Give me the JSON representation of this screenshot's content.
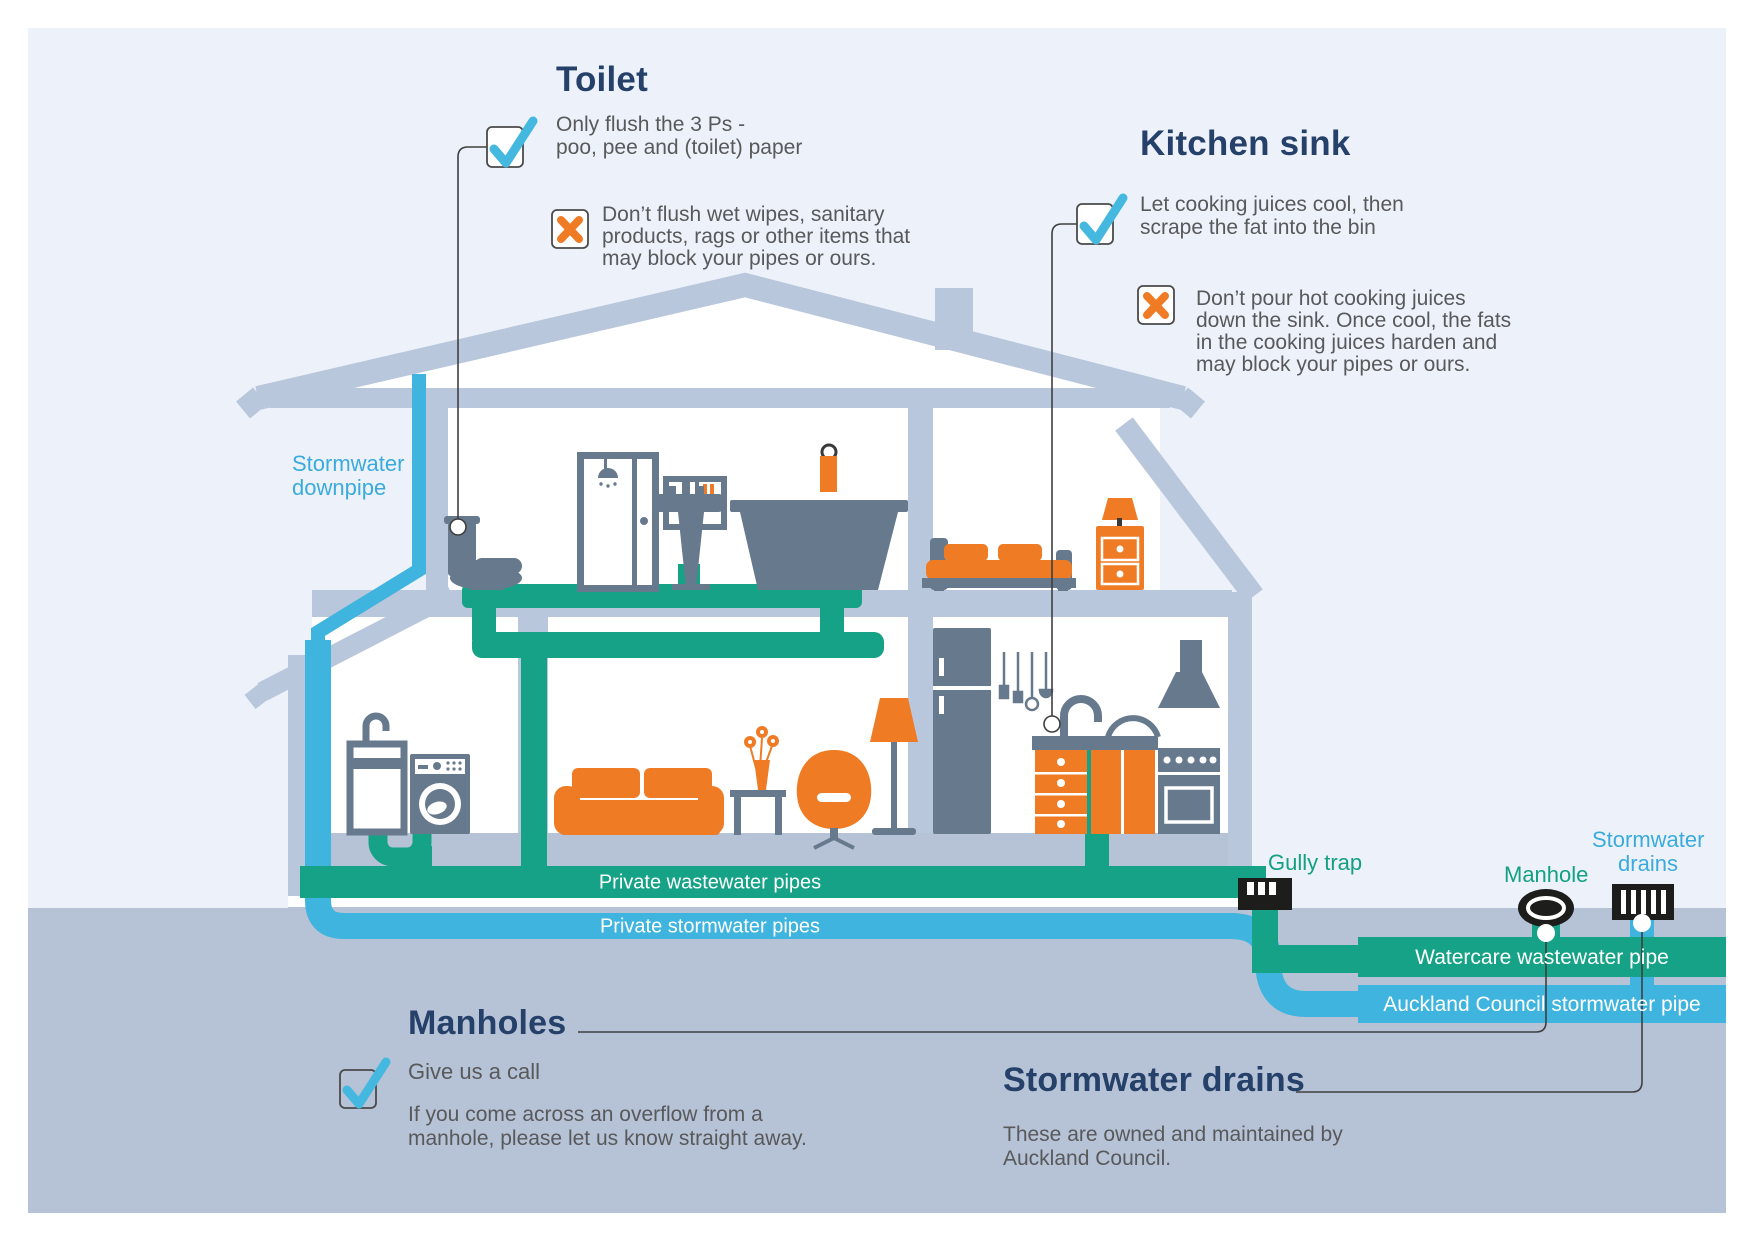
{
  "colors": {
    "sky": "#edf2fa",
    "ground": "#b6c2d6",
    "house_slate": "#b9c7dc",
    "fixture_grey": "#67798d",
    "accent_orange": "#ef7c25",
    "wastewater_green": "#16a286",
    "stormwater_blue": "#3fb4df",
    "title_navy": "#254069",
    "body_grey": "#58595b",
    "label_green": "#13a083",
    "label_blue": "#3aabdc"
  },
  "sections": {
    "toilet": {
      "title": "Toilet",
      "do_lines": [
        "Only flush the 3 Ps -",
        "poo, pee and (toilet) paper"
      ],
      "dont_lines": [
        "Don’t flush wet wipes, sanitary",
        "products, rags or other items that",
        "may block your pipes or ours."
      ]
    },
    "kitchen_sink": {
      "title": "Kitchen sink",
      "do_lines": [
        "Let cooking juices cool, then",
        "scrape the fat into the bin"
      ],
      "dont_lines": [
        "Don’t pour hot cooking juices",
        "down the sink. Once cool, the fats",
        "in the cooking juices harden and",
        "may block your pipes or ours."
      ]
    },
    "manholes": {
      "title": "Manholes",
      "do_heading": "Give us a call",
      "body_lines": [
        "If you come across an overflow from a",
        "manhole, please let us know straight away."
      ]
    },
    "stormwater_drains": {
      "title": "Stormwater drains",
      "body_lines": [
        "These are owned and maintained by",
        "Auckland Council."
      ]
    }
  },
  "diagram_labels": {
    "stormwater_downpipe_lines": [
      "Stormwater",
      "downpipe"
    ],
    "private_wastewater_pipes": "Private wastewater pipes",
    "private_stormwater_pipes": "Private stormwater pipes",
    "gully_trap": "Gully trap",
    "manhole": "Manhole",
    "stormwater_drains_lines": [
      "Stormwater",
      "drains"
    ],
    "watercare_wastewater_pipe": "Watercare wastewater pipe",
    "auckland_council_stormwater_pipe": "Auckland Council stormwater pipe"
  }
}
